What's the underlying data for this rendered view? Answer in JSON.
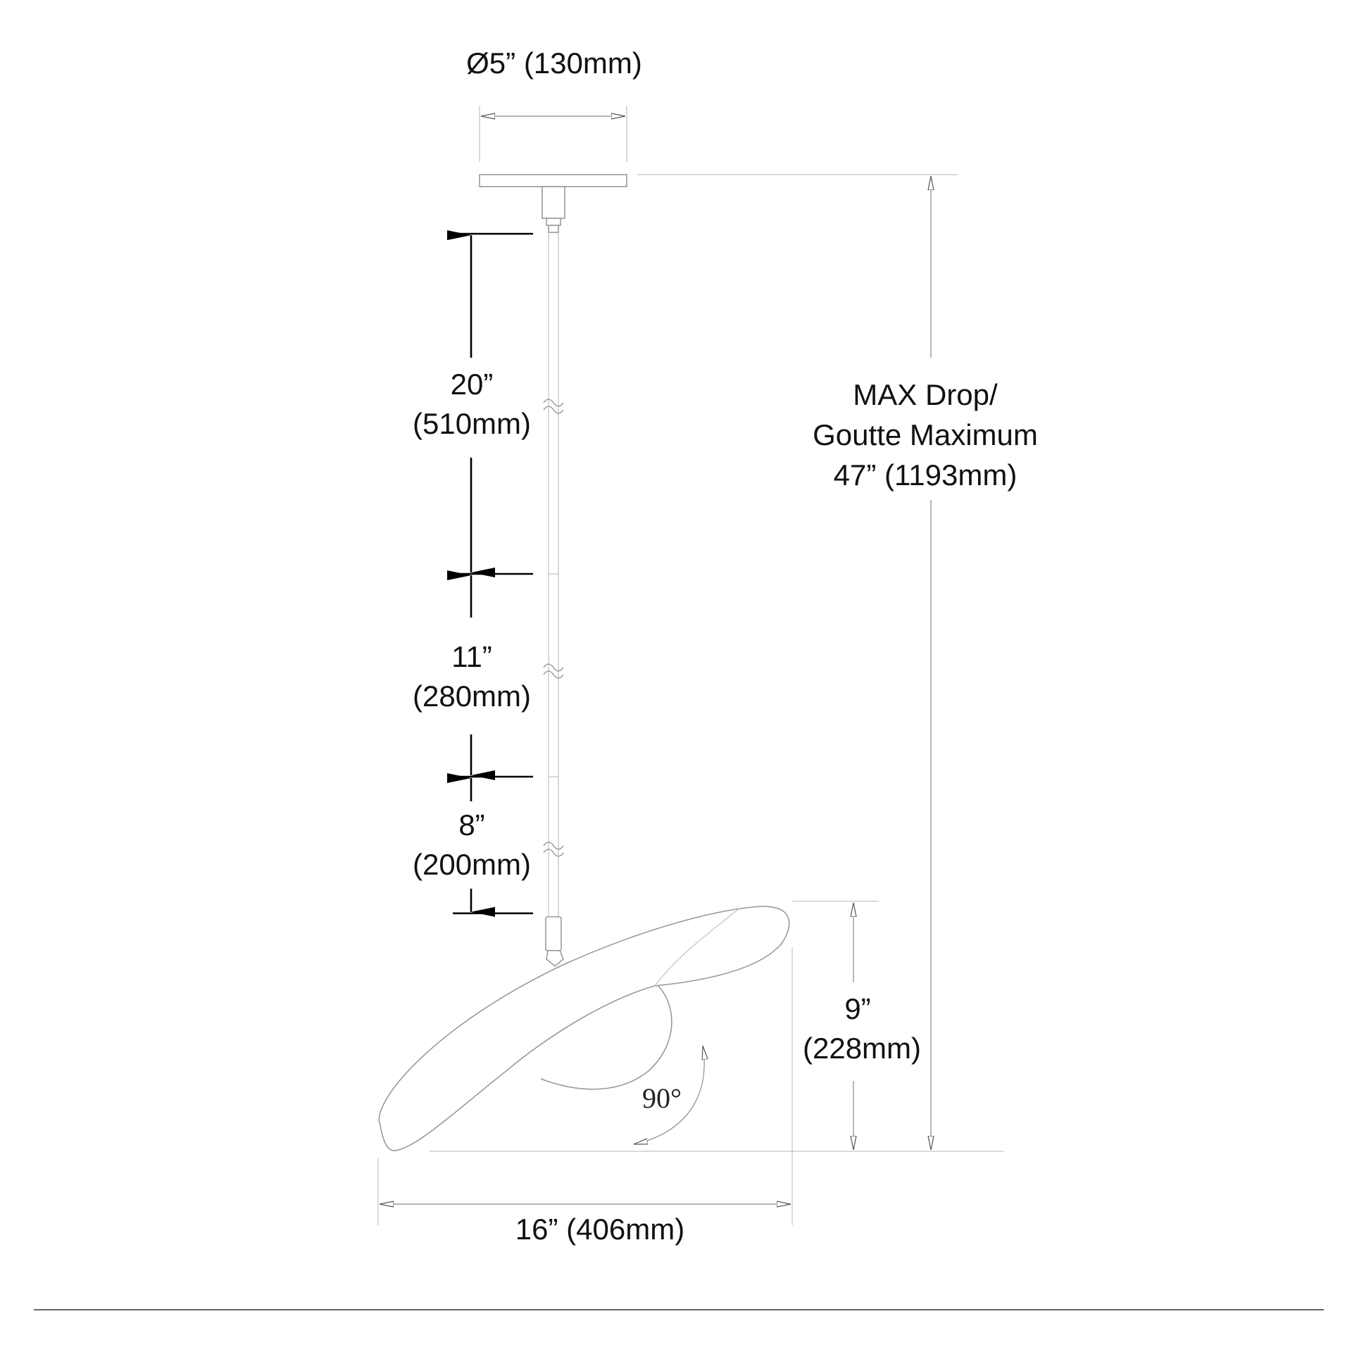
{
  "labels": {
    "canopy_diameter": "Ø5” (130mm)",
    "stem1_in": "20”",
    "stem1_mm": "(510mm)",
    "stem2_in": "11”",
    "stem2_mm": "(280mm)",
    "stem3_in": "8”",
    "stem3_mm": "(200mm)",
    "max_drop_line1": "MAX Drop/",
    "max_drop_line2": "Goutte Maximum",
    "max_drop_line3": "47” (1193mm)",
    "shade_height_in": "9”",
    "shade_height_mm": "(228mm)",
    "rotation": "90°",
    "shade_width": "16” (406mm)"
  }
}
